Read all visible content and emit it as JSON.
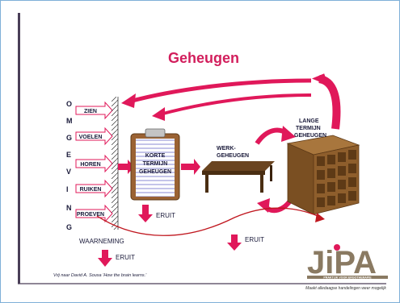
{
  "title": "Geheugen",
  "omgeving_letters": [
    "O",
    "M",
    "G",
    "E",
    "V",
    "I",
    "N",
    "G"
  ],
  "senses": [
    "ZIEN",
    "VOELEN",
    "HOREN",
    "RUIKEN",
    "PROEVEN"
  ],
  "waarneming": "WAARNEMING",
  "korte_termijn": [
    "KORTE",
    "TERMIJN",
    "GEHEUGEN"
  ],
  "werkgeheugen": [
    "WERK-",
    "GEHEUGEN"
  ],
  "lange_termijn": [
    "LANGE",
    "TERMIJN",
    "GEHEUGEN"
  ],
  "eruit_label": "ERUIT",
  "citation": "Vrij naar David A. Sousa 'How the brain learns.'",
  "logo": {
    "text": "JiPA",
    "subtitle": "PRAKTIJK VOOR ERGOTHERAPIE",
    "tagline": "Maakt alledaagse handelingen weer mogelijk"
  },
  "colors": {
    "accent": "#e0185a",
    "frame_border": "#7fb0d8",
    "title": "#d21e5c",
    "wood": "#8b5a2b",
    "logo": "#8a7a62"
  }
}
